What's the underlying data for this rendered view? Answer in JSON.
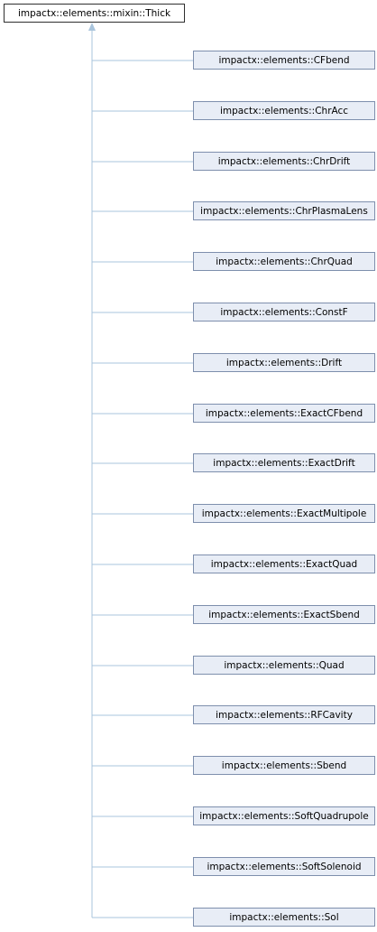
{
  "diagram": {
    "base_class": "impactx::elements::mixin::Thick",
    "derived_classes": [
      "impactx::elements::CFbend",
      "impactx::elements::ChrAcc",
      "impactx::elements::ChrDrift",
      "impactx::elements::ChrPlasmaLens",
      "impactx::elements::ChrQuad",
      "impactx::elements::ConstF",
      "impactx::elements::Drift",
      "impactx::elements::ExactCFbend",
      "impactx::elements::ExactDrift",
      "impactx::elements::ExactMultipole",
      "impactx::elements::ExactQuad",
      "impactx::elements::ExactSbend",
      "impactx::elements::Quad",
      "impactx::elements::RFCavity",
      "impactx::elements::Sbend",
      "impactx::elements::SoftQuadrupole",
      "impactx::elements::SoftSolenoid",
      "impactx::elements::Sol"
    ],
    "colors": {
      "base_fill": "#ffffff",
      "base_border": "#2f2f2f",
      "node_fill": "#e8edf6",
      "node_border": "#7e8fad",
      "edge": "#a9c4dc"
    }
  }
}
